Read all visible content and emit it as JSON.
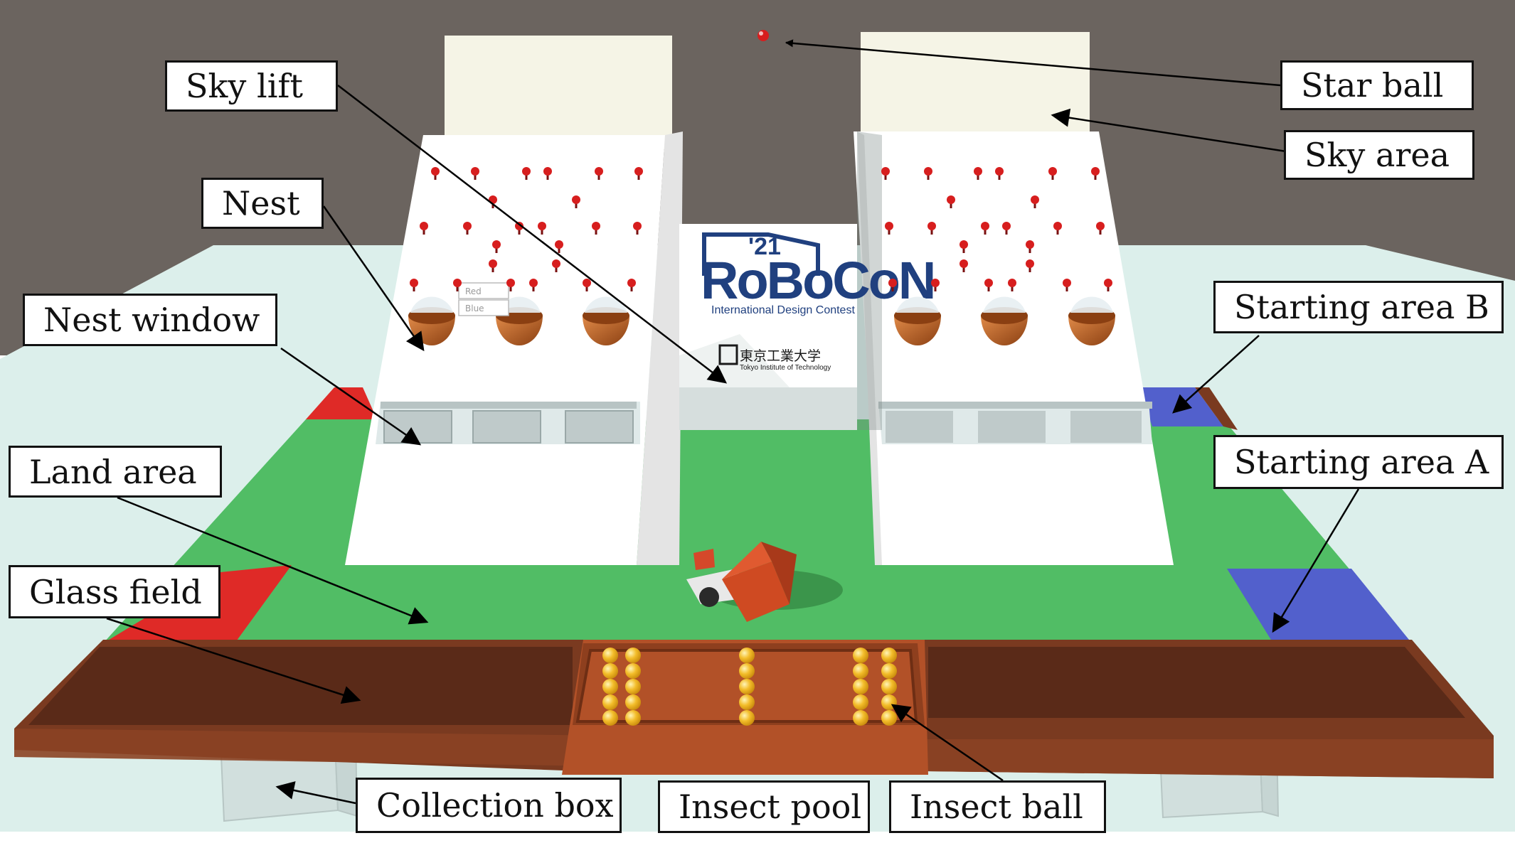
{
  "labels": {
    "sky_lift": "Sky lift",
    "star_ball": "Star ball",
    "sky_area": "Sky area",
    "nest": "Nest",
    "nest_window": "Nest window",
    "starting_area_b": "Starting area B",
    "starting_area_a": "Starting area A",
    "land_area": "Land area",
    "glass_field": "Glass field",
    "collection_box": "Collection box",
    "insect_pool": "Insect pool",
    "insect_ball": "Insect ball"
  },
  "nest_panel": {
    "red": "Red",
    "blue": "Blue"
  },
  "logo": {
    "year": "'21",
    "name": "RoBoCoN",
    "subtitle": "International Design Contest",
    "university_jp": "東京工業大学",
    "university_en": "Tokyo Institute of Technology"
  },
  "colors": {
    "background_wall": "#6b645f",
    "floor": "#dcefeb",
    "land": "#51bd65",
    "red_zone": "#df2a27",
    "blue_zone": "#5260cc",
    "pool": "#b25128",
    "frame": "#7a3a20",
    "insect_ball": "#f3bd2a",
    "star_ball": "#d71e1e"
  }
}
